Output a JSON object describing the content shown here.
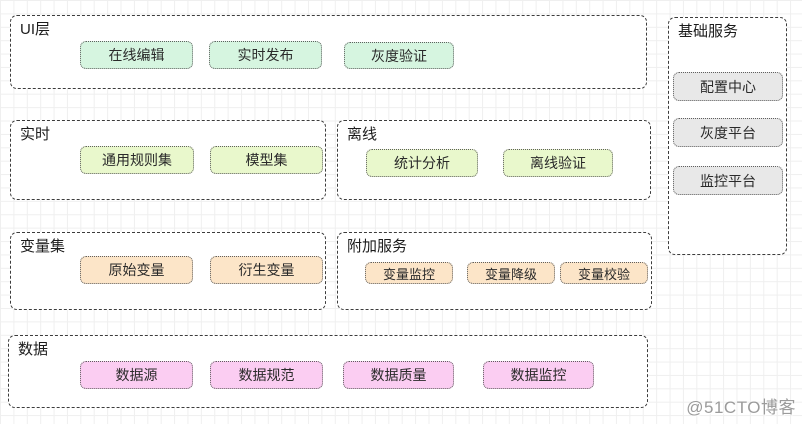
{
  "colors": {
    "mint": "#d6f5e0",
    "lime": "#e9f8cc",
    "peach": "#fce5c8",
    "pink": "#fbcdf2",
    "gray": "#e8e8e8"
  },
  "groups": {
    "ui": {
      "title": "UI层",
      "items": [
        "在线编辑",
        "实时发布",
        "灰度验证"
      ]
    },
    "realtime": {
      "title": "实时",
      "items": [
        "通用规则集",
        "模型集"
      ]
    },
    "offline": {
      "title": "离线",
      "items": [
        "统计分析",
        "离线验证"
      ]
    },
    "variables": {
      "title": "变量集",
      "items": [
        "原始变量",
        "衍生变量"
      ]
    },
    "addons": {
      "title": "附加服务",
      "items": [
        "变量监控",
        "变量降级",
        "变量校验"
      ]
    },
    "data": {
      "title": "数据",
      "items": [
        "数据源",
        "数据规范",
        "数据质量",
        "数据监控"
      ]
    },
    "base": {
      "title": "基础服务",
      "items": [
        "配置中心",
        "灰度平台",
        "监控平台"
      ]
    }
  },
  "watermark": "@51CTO博客"
}
